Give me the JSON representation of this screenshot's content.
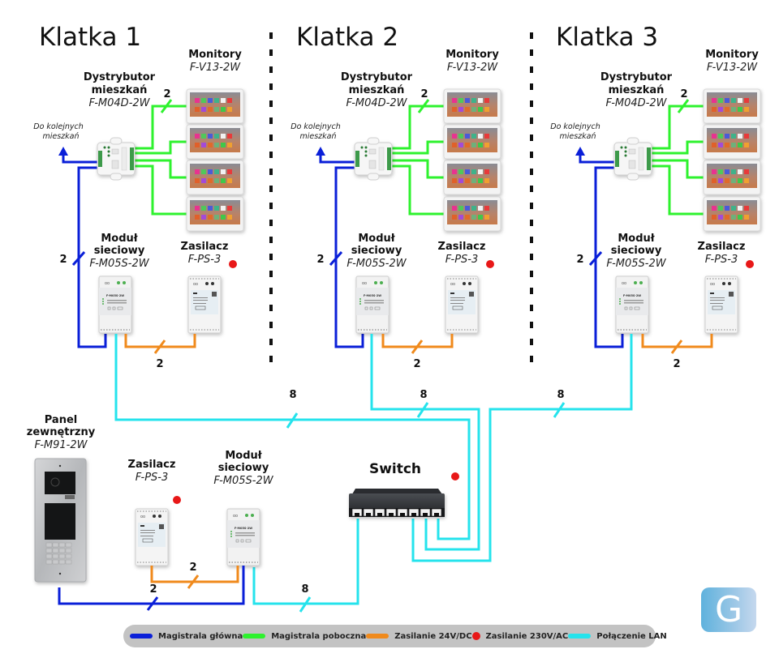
{
  "sections": [
    {
      "title": "Klatka 1",
      "monitors": {
        "name": "Monitory",
        "model": "F-V13-2W"
      },
      "distributor": {
        "name_line1": "Dystrybutor",
        "name_line2": "mieszkań",
        "model": "F-M04D-2W"
      },
      "next_apartments": {
        "line1": "Do kolejnych",
        "line2": "mieszkań"
      },
      "network_module": {
        "name_line1": "Moduł",
        "name_line2": "sieciowy",
        "model": "F-M05S-2W"
      },
      "power_supply": {
        "name": "Zasilacz",
        "model": "F-PS-3"
      },
      "counts": {
        "monitor_bus": "2",
        "main_bus": "2",
        "power": "2",
        "lan": "8"
      }
    },
    {
      "title": "Klatka 2",
      "monitors": {
        "name": "Monitory",
        "model": "F-V13-2W"
      },
      "distributor": {
        "name_line1": "Dystrybutor",
        "name_line2": "mieszkań",
        "model": "F-M04D-2W"
      },
      "next_apartments": {
        "line1": "Do kolejnych",
        "line2": "mieszkań"
      },
      "network_module": {
        "name_line1": "Moduł",
        "name_line2": "sieciowy",
        "model": "F-M05S-2W"
      },
      "power_supply": {
        "name": "Zasilacz",
        "model": "F-PS-3"
      },
      "counts": {
        "monitor_bus": "2",
        "main_bus": "2",
        "power": "2",
        "lan": "8"
      }
    },
    {
      "title": "Klatka 3",
      "monitors": {
        "name": "Monitory",
        "model": "F-V13-2W"
      },
      "distributor": {
        "name_line1": "Dystrybutor",
        "name_line2": "mieszkań",
        "model": "F-M04D-2W"
      },
      "next_apartments": {
        "line1": "Do kolejnych",
        "line2": "mieszkań"
      },
      "network_module": {
        "name_line1": "Moduł",
        "name_line2": "sieciowy",
        "model": "F-M05S-2W"
      },
      "power_supply": {
        "name": "Zasilacz",
        "model": "F-PS-3"
      },
      "counts": {
        "monitor_bus": "2",
        "main_bus": "2",
        "power": "2",
        "lan": "8"
      }
    }
  ],
  "entrance": {
    "panel": {
      "name_line1": "Panel",
      "name_line2": "zewnętrzny",
      "model": "F-M91-2W"
    },
    "power_supply": {
      "name": "Zasilacz",
      "model": "F-PS-3"
    },
    "network_module": {
      "name_line1": "Moduł",
      "name_line2": "sieciowy",
      "model": "F-M05S-2W"
    },
    "counts": {
      "power": "2",
      "main_bus": "2",
      "lan": "8"
    }
  },
  "switch": {
    "name": "Switch"
  },
  "device_labels": {
    "network_module_face": "F-M05S-2W"
  },
  "legend": [
    {
      "label": "Magistrala główna",
      "color": "#0a1fd8",
      "kind": "line"
    },
    {
      "label": "Magistrala poboczna",
      "color": "#2ef22e",
      "kind": "line"
    },
    {
      "label": "Zasilanie 24V/DC",
      "color": "#f08a1c",
      "kind": "line"
    },
    {
      "label": "Zasilanie 230V/AC",
      "color": "#e81818",
      "kind": "dot"
    },
    {
      "label": "Połączenie LAN",
      "color": "#25e3ec",
      "kind": "line"
    }
  ],
  "logo": {
    "letter": "G"
  }
}
